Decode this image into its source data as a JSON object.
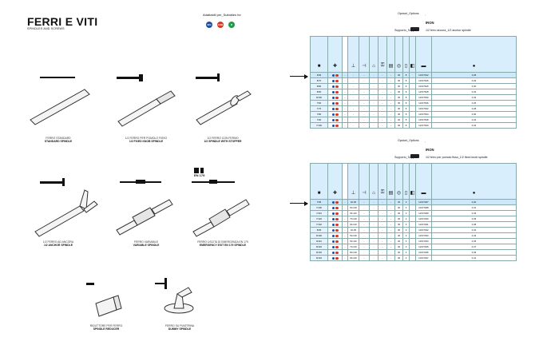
{
  "page": {
    "title": "FERRI E VITI",
    "subtitle": "SPINDLES AND SCREWS",
    "adaptable_label": "Adattabili per_Suitables for",
    "adaptable_badges": [
      {
        "text": "SIG",
        "color": "#1d4fa3"
      },
      {
        "text": "AGB",
        "color": "#d23a2a"
      },
      {
        "text": "R",
        "color": "#1f9a46"
      }
    ]
  },
  "products": [
    {
      "it": "FERRO STANDARD",
      "en": "STANDARD SPINDLE"
    },
    {
      "it": "1/2 FERRO PER POMOLO FISSO",
      "en": "1/2 FIXED KNOB SPINDLE"
    },
    {
      "it": "1/2 FERRO CON FERMO",
      "en": "1/2 SPINDLE WITH STOPPER"
    },
    {
      "it": "1/2 FERRO AD ANCORA",
      "en": "1/2 ANCHOR SPINDLE"
    },
    {
      "it": "FERRO VARIABILE",
      "en": "VARIABLE SPINDLE"
    },
    {
      "it": "FERRO USCITA DI EMERGENZA EN 179",
      "en": "EMERGENCY EXIT EN 179 SPINDLE"
    },
    {
      "it": "RIDUTTORE PER FERRO",
      "en": "SPINDLE REDUCER"
    },
    {
      "it": "FERRO SU PIASTRINA",
      "en": "DUMMY SPINDLE"
    }
  ],
  "emergency_label": "EN 179",
  "tables": [
    {
      "options_label": "Opzioni_Options",
      "finish": "IRON",
      "support_label": "Supporto_Support",
      "support_value": "1/2 ferro ancora_1/2 anchor spindle",
      "rows": [
        [
          "6/65",
          "-",
          "-",
          "-",
          "-",
          "-",
          "-",
          "30",
          "8",
          "IAF37642",
          "0,28"
        ],
        [
          "8/70",
          "-",
          "-",
          "-",
          "-",
          "-",
          "-",
          "30",
          "8",
          "IAF37646",
          "0,29"
        ],
        [
          "8/80",
          "-",
          "-",
          "-",
          "-",
          "-",
          "-",
          "30",
          "8",
          "IAF37626",
          "0,30"
        ],
        [
          "8/90",
          "-",
          "-",
          "-",
          "-",
          "-",
          "-",
          "30",
          "8",
          "IAF37628",
          "0,32"
        ],
        [
          "8/100",
          "-",
          "-",
          "-",
          "-",
          "-",
          "-",
          "30",
          "8",
          "IAF37630",
          "0,34"
        ],
        [
          "7/60",
          "-",
          "-",
          "-",
          "-",
          "-",
          "-",
          "30",
          "8",
          "IAF37636",
          "0,26"
        ],
        [
          "7/70",
          "-",
          "-",
          "-",
          "-",
          "-",
          "-",
          "30",
          "8",
          "IAF37632",
          "0,28"
        ],
        [
          "7/80",
          "-",
          "-",
          "-",
          "-",
          "-",
          "-",
          "30",
          "8",
          "IAF37634",
          "0,30"
        ],
        [
          "7/90",
          "-",
          "-",
          "-",
          "-",
          "-",
          "-",
          "30",
          "8",
          "IAF37638",
          "0,32"
        ],
        [
          "7/100",
          "-",
          "-",
          "-",
          "-",
          "-",
          "-",
          "30",
          "8",
          "IAF37640",
          "0,34"
        ]
      ]
    },
    {
      "options_label": "Opzioni_Options",
      "finish": "IRON",
      "support_label": "Supporto_Support",
      "support_value": "1/2 ferro per pomolo fisso_1/2 fixed knob spindle",
      "rows": [
        [
          "7/95",
          "-",
          "40-95",
          "-",
          "-",
          "-",
          "-",
          "30",
          "3",
          "IAF37487",
          "0,30"
        ],
        [
          "7/100",
          "-",
          "50-100",
          "-",
          "-",
          "-",
          "-",
          "30",
          "3",
          "IAF37488",
          "0,31"
        ],
        [
          "7/110",
          "-",
          "60-110",
          "-",
          "-",
          "-",
          "-",
          "30",
          "3",
          "IAF37489",
          "0,33"
        ],
        [
          "7/120",
          "-",
          "70-120",
          "-",
          "-",
          "-",
          "-",
          "30",
          "3",
          "IAF37490",
          "0,35"
        ],
        [
          "7/140",
          "-",
          "90-140",
          "-",
          "-",
          "-",
          "-",
          "30",
          "3",
          "IAF37491",
          "0,38"
        ],
        [
          "8/95",
          "-",
          "40-95",
          "-",
          "-",
          "-",
          "-",
          "30",
          "3",
          "IAF37492",
          "0,32"
        ],
        [
          "8/100",
          "-",
          "50-100",
          "-",
          "-",
          "-",
          "-",
          "30",
          "3",
          "IAF37493",
          "0,33"
        ],
        [
          "8/110",
          "-",
          "60-110",
          "-",
          "-",
          "-",
          "-",
          "30",
          "3",
          "IAF37494",
          "0,35"
        ],
        [
          "8/120",
          "-",
          "70-120",
          "-",
          "-",
          "-",
          "-",
          "30",
          "3",
          "IAF37495",
          "0,37"
        ],
        [
          "8/130",
          "-",
          "80-130",
          "-",
          "-",
          "-",
          "-",
          "30",
          "3",
          "IAF37496",
          "0,39"
        ],
        [
          "8/140",
          "-",
          "90-140",
          "-",
          "-",
          "-",
          "-",
          "30",
          "3",
          "IAF37497",
          "0,41"
        ]
      ]
    }
  ]
}
